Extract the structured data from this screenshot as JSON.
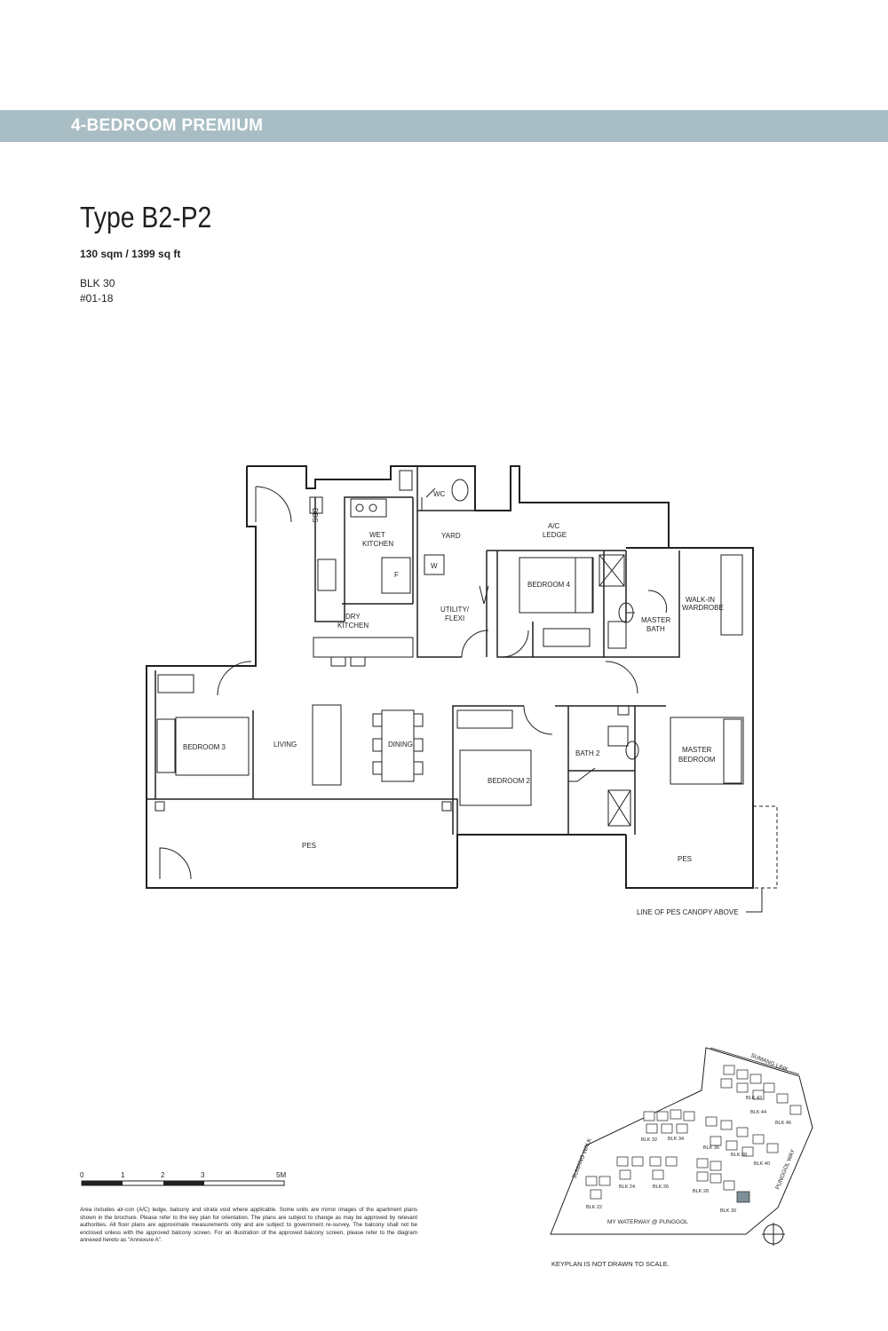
{
  "header": {
    "banner_title": "4-BEDROOM PREMIUM"
  },
  "unit": {
    "type_title": "Type B2-P2",
    "area": "130 sqm / 1399 sq ft",
    "block": "BLK 30",
    "unit_number": "#01-18"
  },
  "rooms": {
    "dbs": "DBS",
    "wc": "WC",
    "yard": "YARD",
    "ac_ledge_1": "A/C",
    "ac_ledge_2": "LEDGE",
    "wet_kitchen_1": "WET",
    "wet_kitchen_2": "KITCHEN",
    "fridge": "F",
    "washer": "W",
    "bedroom_4": "BEDROOM 4",
    "walkin_1": "WALK-IN",
    "walkin_2": "WARDROBE",
    "master_bath_1": "MASTER",
    "master_bath_2": "BATH",
    "dry_kitchen_1": "DRY",
    "dry_kitchen_2": "KITCHEN",
    "utility_1": "UTILITY/",
    "utility_2": "FLEXI",
    "bedroom_3": "BEDROOM 3",
    "living": "LIVING",
    "dining": "DINING",
    "bath_2": "BATH 2",
    "master_bedroom_1": "MASTER",
    "master_bedroom_2": "BEDROOM",
    "bedroom_2": "BEDROOM 2",
    "pes_main": "PES",
    "pes_side": "PES",
    "canopy_note": "LINE OF PES CANOPY ABOVE"
  },
  "scale_bar": {
    "labels": [
      "0",
      "1",
      "2",
      "3",
      "5M"
    ]
  },
  "disclaimer": "Area includes air-con (A/C) ledge, balcony and strata void where applicable. Some units are mirror images of the apartment plans shown in the brochure. Please refer to the key plan for orientation. The plans are subject to change as may be approved by relevant authorities. All floor plans are approximate measurements only and are subject to government re-survey. The balcony shall not be enclosed unless with the approved balcony screen. For an illustration of the approved balcony screen, please refer to the diagram annexed hereto as \"Annexure A\".",
  "keyplan": {
    "roads": {
      "simang_link": "SUMANG LINK",
      "sumang_walk": "SUMANG WALK",
      "punggol_way": "PUNGGOL WAY",
      "waterway": "MY WATERWAY @ PUNGGOL"
    },
    "blocks": [
      "BLK 42",
      "BLK 44",
      "BLK 46",
      "BLK 32",
      "BLK 34",
      "BLK 36",
      "BLK 38",
      "BLK 40",
      "BLK 24",
      "BLK 26",
      "BLK 28",
      "BLK 22",
      "BLK 30"
    ],
    "note": "KEYPLAN IS NOT DRAWN TO SCALE."
  },
  "colors": {
    "banner": "#a9bec4",
    "highlight_block": "#7f8f99",
    "ink": "#231f20"
  },
  "icons": {
    "north": "north-arrow-icon"
  }
}
